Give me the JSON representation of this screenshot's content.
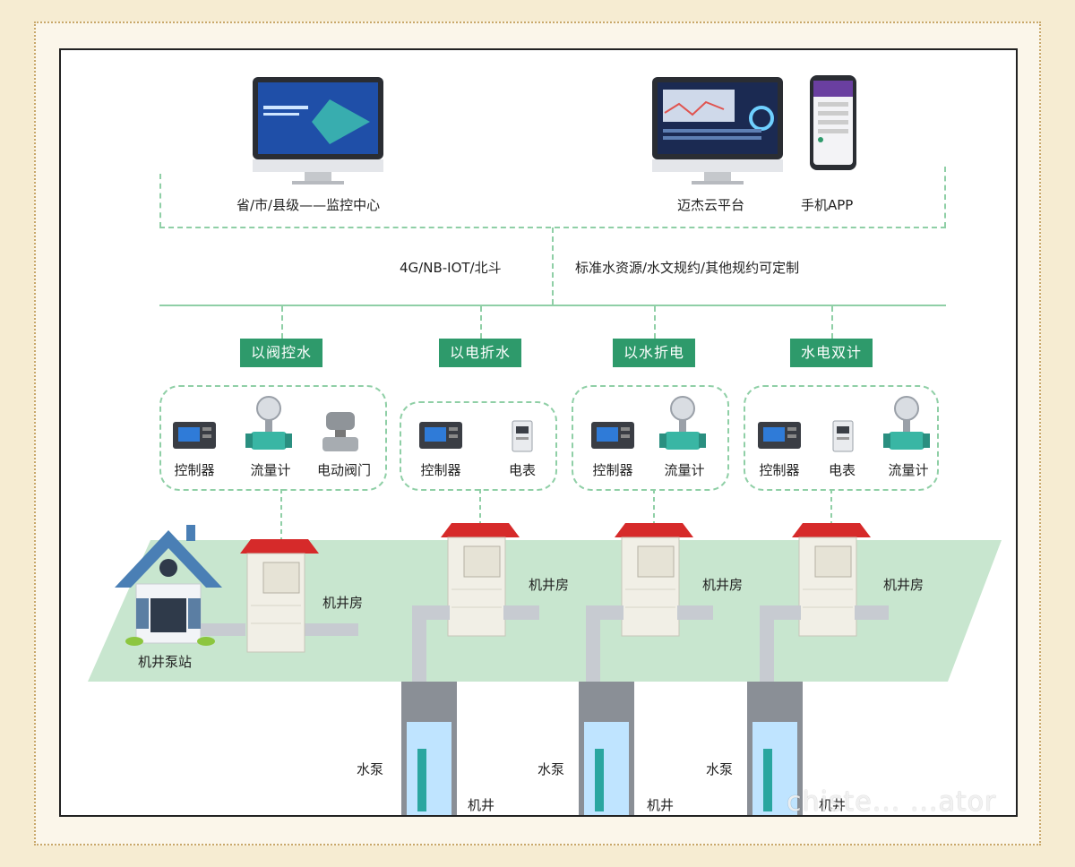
{
  "top": {
    "monitor_label": "省/市/县级——监控中心",
    "cloud_label": "迈杰云平台",
    "app_label": "手机APP"
  },
  "network": {
    "left_text": "4G/NB-IOT/北斗",
    "right_text": "标准水资源/水文规约/其他规约可定制"
  },
  "tags": [
    "以阀控水",
    "以电折水",
    "以水折电",
    "水电双计"
  ],
  "groups": [
    {
      "devices": [
        "控制器",
        "流量计",
        "电动阀门"
      ]
    },
    {
      "devices": [
        "控制器",
        "电表"
      ]
    },
    {
      "devices": [
        "控制器",
        "流量计"
      ]
    },
    {
      "devices": [
        "控制器",
        "电表",
        "流量计"
      ]
    }
  ],
  "field": {
    "pump_station_label": "机井泵站",
    "well_house_label": "机井房",
    "pump_label": "水泵",
    "well_label": "机井"
  },
  "watermark": "chiste... ...ator",
  "colors": {
    "accent_green": "#2e9a6b",
    "dash_green": "#8fcfa6",
    "field_green": "#c8e6cf",
    "roof_red": "#d62a2a"
  }
}
